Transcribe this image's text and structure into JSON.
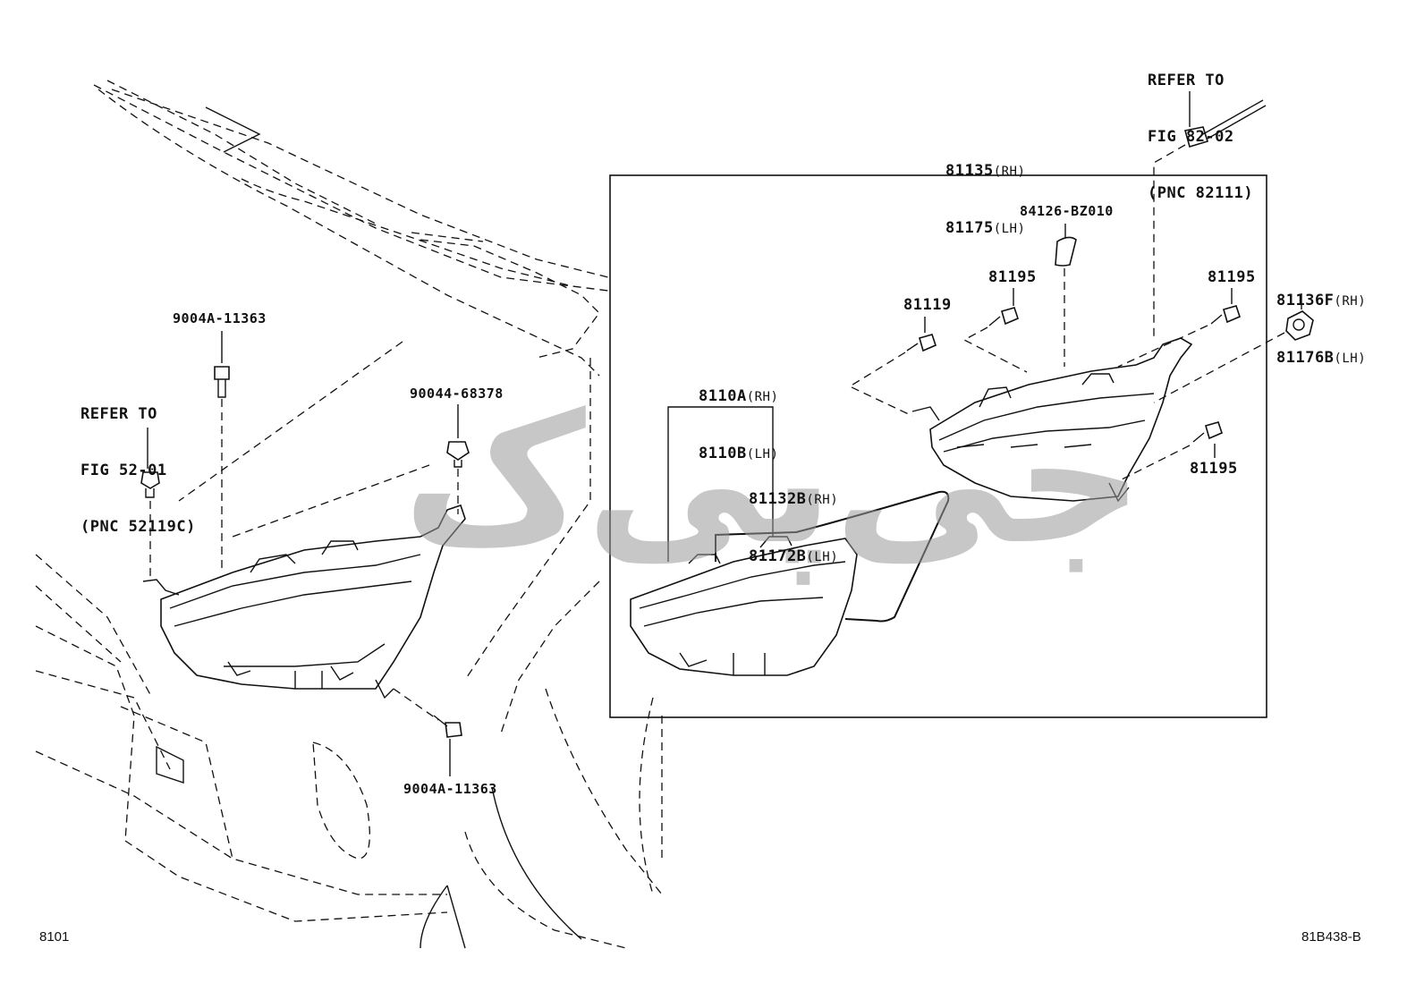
{
  "labels": {
    "refer_82": [
      "REFER TO",
      "FIG 82-02",
      "(PNC 82111)"
    ],
    "refer_52": [
      "REFER TO",
      "FIG 52-01",
      "(PNC 52119C)"
    ],
    "p_81135": "81135",
    "p_81175": "81175",
    "p_84126": "84126-BZ010",
    "p_81195_a": "81195",
    "p_81195_b": "81195",
    "p_81195_c": "81195",
    "p_81119": "81119",
    "p_81136f": "81136F",
    "p_81176b": "81176B",
    "p_8110a": "8110A",
    "p_8110b": "8110B",
    "p_81132b": "81132B",
    "p_81172b": "81172B",
    "p_9004a_top": "9004A-11363",
    "p_90044": "90044-68378",
    "p_9004a_bottom": "9004A-11363",
    "rh": "(RH)",
    "lh": "(LH)"
  },
  "page_number": "8101",
  "figure_code": "81B438-B",
  "watermark": "جی‌پی‌ک",
  "colors": {
    "ink": "#111111",
    "watermark": "#9a9a9a",
    "paper": "#ffffff"
  }
}
